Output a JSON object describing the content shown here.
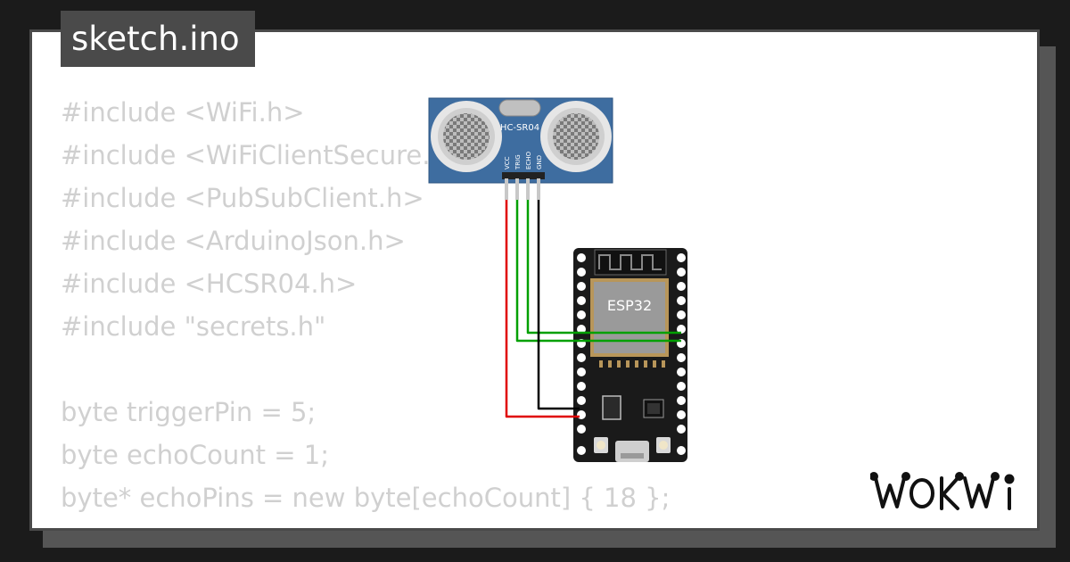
{
  "file_tab": {
    "label": "sketch.ino"
  },
  "code": {
    "lines": [
      "#include <WiFi.h>",
      "#include <WiFiClientSecure.h>",
      "#include <PubSubClient.h>",
      "#include <ArduinoJson.h>",
      "#include <HCSR04.h>",
      "#include \"secrets.h\"",
      "",
      "byte triggerPin = 5;",
      "byte echoCount = 1;",
      "byte* echoPins = new byte[echoCount] { 18 };"
    ]
  },
  "sensor": {
    "label": "HC-SR04",
    "pins": [
      "VCC",
      "TRIG",
      "ECHO",
      "GND"
    ]
  },
  "board": {
    "label": "ESP32"
  },
  "brand": {
    "name": "WOKWI"
  },
  "colors": {
    "background": "#1b1b1b",
    "card": "#ffffff",
    "tab": "#4a4a4a",
    "code_text": "#d0d0d0",
    "sensor_board": "#3e6da0",
    "esp_board": "#1a1a1a",
    "wire_vcc": "#e00000",
    "wire_trig": "#00a000",
    "wire_echo": "#00a000",
    "wire_gnd": "#000000"
  }
}
